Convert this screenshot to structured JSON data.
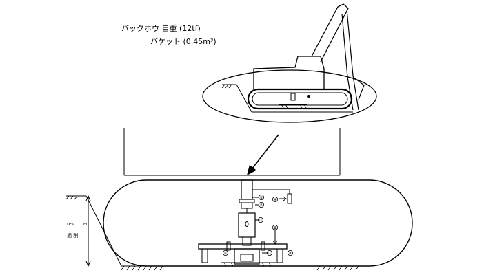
{
  "captions": {
    "machine_line": "バックホウ 自重 (12tf)",
    "bucket_line": "バケット (0.45m³)"
  },
  "depth_label": {
    "range": "n～",
    "unit": "m",
    "word": "掘 削"
  },
  "part_markers": [
    "①",
    "②",
    "③",
    "④",
    "⑤",
    "⑥",
    "⑦",
    "⑧"
  ]
}
